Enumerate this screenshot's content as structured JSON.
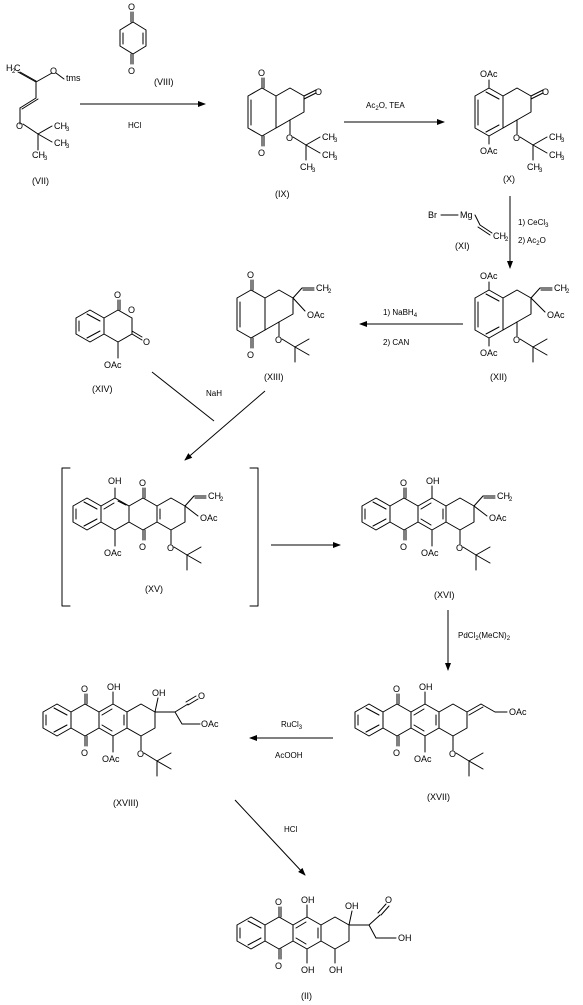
{
  "compounds": {
    "VII": {
      "label": "(VII)",
      "groups": {
        "otms": "O",
        "tms": "tms",
        "o_ether": "O"
      }
    },
    "VIII": {
      "label": "(VIII)",
      "groups": {
        "o1": "O",
        "o2": "O"
      }
    },
    "IX": {
      "label": "(IX)",
      "groups": {
        "o1": "O",
        "o2": "O",
        "o3": "O",
        "o4": "O"
      }
    },
    "X": {
      "label": "(X)",
      "groups": {
        "oac1": "OAc",
        "oac2": "OAc",
        "o3": "O",
        "o4": "O"
      }
    },
    "XI": {
      "label": "(XI)",
      "groups": {
        "br": "Br",
        "mg": "Mg"
      }
    },
    "XII": {
      "label": "(XII)",
      "groups": {
        "oac1": "OAc",
        "oac2": "OAc",
        "oac3": "OAc",
        "o4": "O"
      }
    },
    "XIII": {
      "label": "(XIII)",
      "groups": {
        "o1": "O",
        "o2": "O",
        "oac3": "OAc",
        "o4": "O"
      }
    },
    "XIV": {
      "label": "(XIV)",
      "groups": {
        "o1": "O",
        "o2": "O",
        "o3": "O",
        "oac": "OAc"
      }
    },
    "XV": {
      "label": "(XV)",
      "groups": {
        "oh": "OH",
        "o1": "O",
        "o2": "O",
        "oac1": "OAc",
        "oac2": "OAc",
        "o4": "O"
      }
    },
    "XVI": {
      "label": "(XVI)",
      "groups": {
        "o1": "O",
        "oh": "OH",
        "o2": "O",
        "oac1": "OAc",
        "oac2": "OAc",
        "o4": "O"
      }
    },
    "XVII": {
      "label": "(XVII)",
      "groups": {
        "o1": "O",
        "oh": "OH",
        "o2": "O",
        "oac1": "OAc",
        "oac_side": "OAc",
        "o4": "O"
      }
    },
    "XVIII": {
      "label": "(XVIII)",
      "groups": {
        "o1": "O",
        "oh1": "OH",
        "o2": "O",
        "oh2": "OH",
        "o_keto": "O",
        "oac_side": "OAc",
        "oac1": "OAc",
        "o4": "O"
      }
    },
    "II": {
      "label": "(II)",
      "groups": {
        "o1": "O",
        "oh1": "OH",
        "o2": "O",
        "oh2": "OH",
        "oh3": "OH",
        "o_keto": "O",
        "oh_side": "OH",
        "oh4": "OH"
      }
    }
  },
  "reagents": {
    "step1": "HCl",
    "step2": "Ac",
    "step2_sub": "2",
    "step2_rest": "O,  TEA",
    "step3a": "1) CeCl",
    "step3a_sub": "3",
    "step3b": "2) Ac",
    "step3b_sub": "2",
    "step3b_rest": "O",
    "step4a": "1) NaBH",
    "step4a_sub": "4",
    "step4b": "2) CAN",
    "step5": "NaH",
    "step6": "PdCl",
    "step6_sub": "2",
    "step6_rest": "(MeCN)",
    "step6_sub2": "2",
    "step7a": "RuCl",
    "step7a_sub": "3",
    "step7b": "AcOOH",
    "step8": "HCl"
  }
}
